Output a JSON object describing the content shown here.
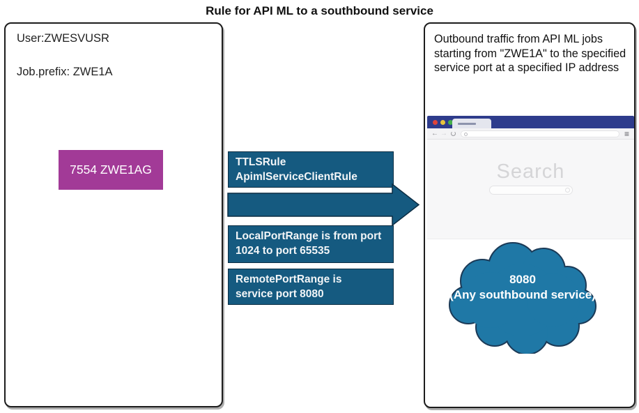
{
  "title": "Rule for API ML to a southbound service",
  "left_panel": {
    "user": "User:ZWESVUSR",
    "job_prefix": "Job.prefix: ZWE1A",
    "port_badge": "7554 ZWE1AG"
  },
  "middle": {
    "rule_box": {
      "line1": "TTLSRule",
      "line2": "ApimlServiceClientRule"
    },
    "local_port_box": "LocalPortRange is from port 1024 to port 65535",
    "remote_port_box": {
      "line1": "RemotePortRange is",
      "line2": "service port 8080"
    }
  },
  "right_panel": {
    "description": "Outbound traffic from API ML jobs starting from \"ZWE1A\" to the specified service port at a specified IP address",
    "browser": {
      "search_label": "Search"
    },
    "cloud": {
      "line1": "8080",
      "line2": "(Any southbound service)"
    }
  },
  "colors": {
    "teal": "#155a80",
    "teal_outline": "#0c2d43",
    "magenta": "#a23a97",
    "cloud_fill": "#1f78a6",
    "cloud_outline": "#1b3a57",
    "browser_bar": "#2e3c8c"
  }
}
